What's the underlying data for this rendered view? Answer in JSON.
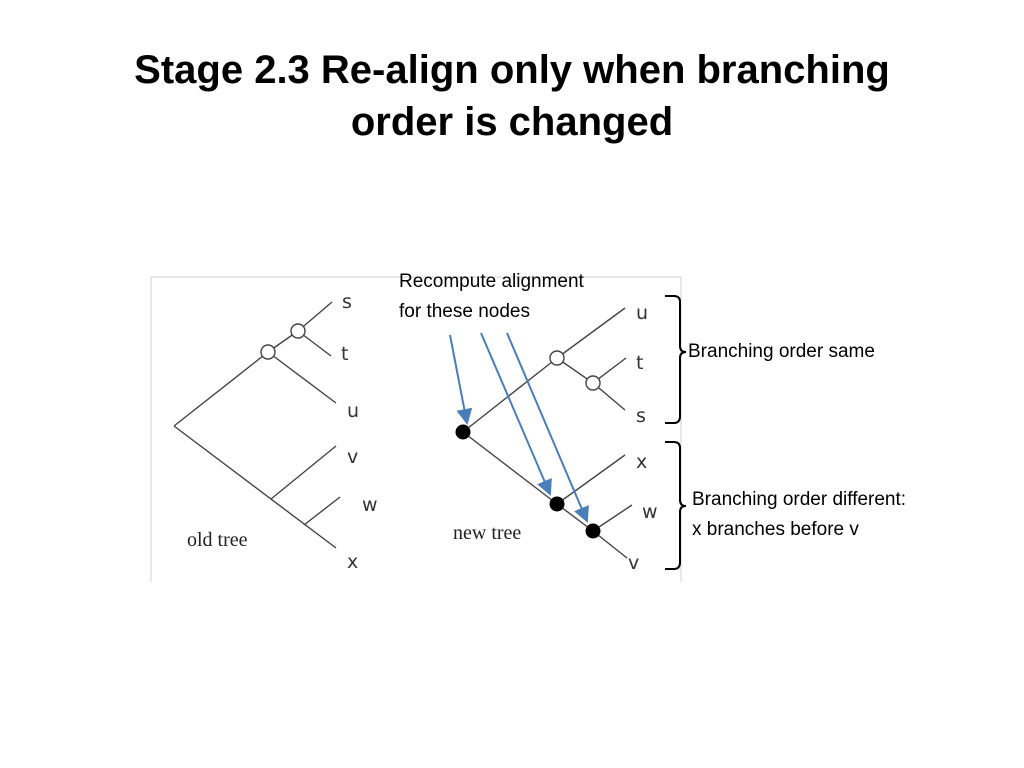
{
  "title": {
    "line1": "Stage 2.3 Re-align only when branching",
    "line2": "order is changed"
  },
  "old_tree": {
    "caption": "old tree",
    "leaves": [
      "s",
      "t",
      "u",
      "v",
      "w",
      "x"
    ]
  },
  "new_tree": {
    "caption": "new tree",
    "leaves": [
      "u",
      "t",
      "s",
      "x",
      "w",
      "v"
    ]
  },
  "callout": {
    "line1": "Recompute alignment",
    "line2": "for these nodes"
  },
  "notes": {
    "same": "Branching order same",
    "different_line1": "Branching order different:",
    "different_line2": "x branches before v"
  },
  "colors": {
    "arrow": "#4a7ebb",
    "line": "#444444",
    "filled_node": "#000000",
    "open_node": "#ffffff"
  }
}
